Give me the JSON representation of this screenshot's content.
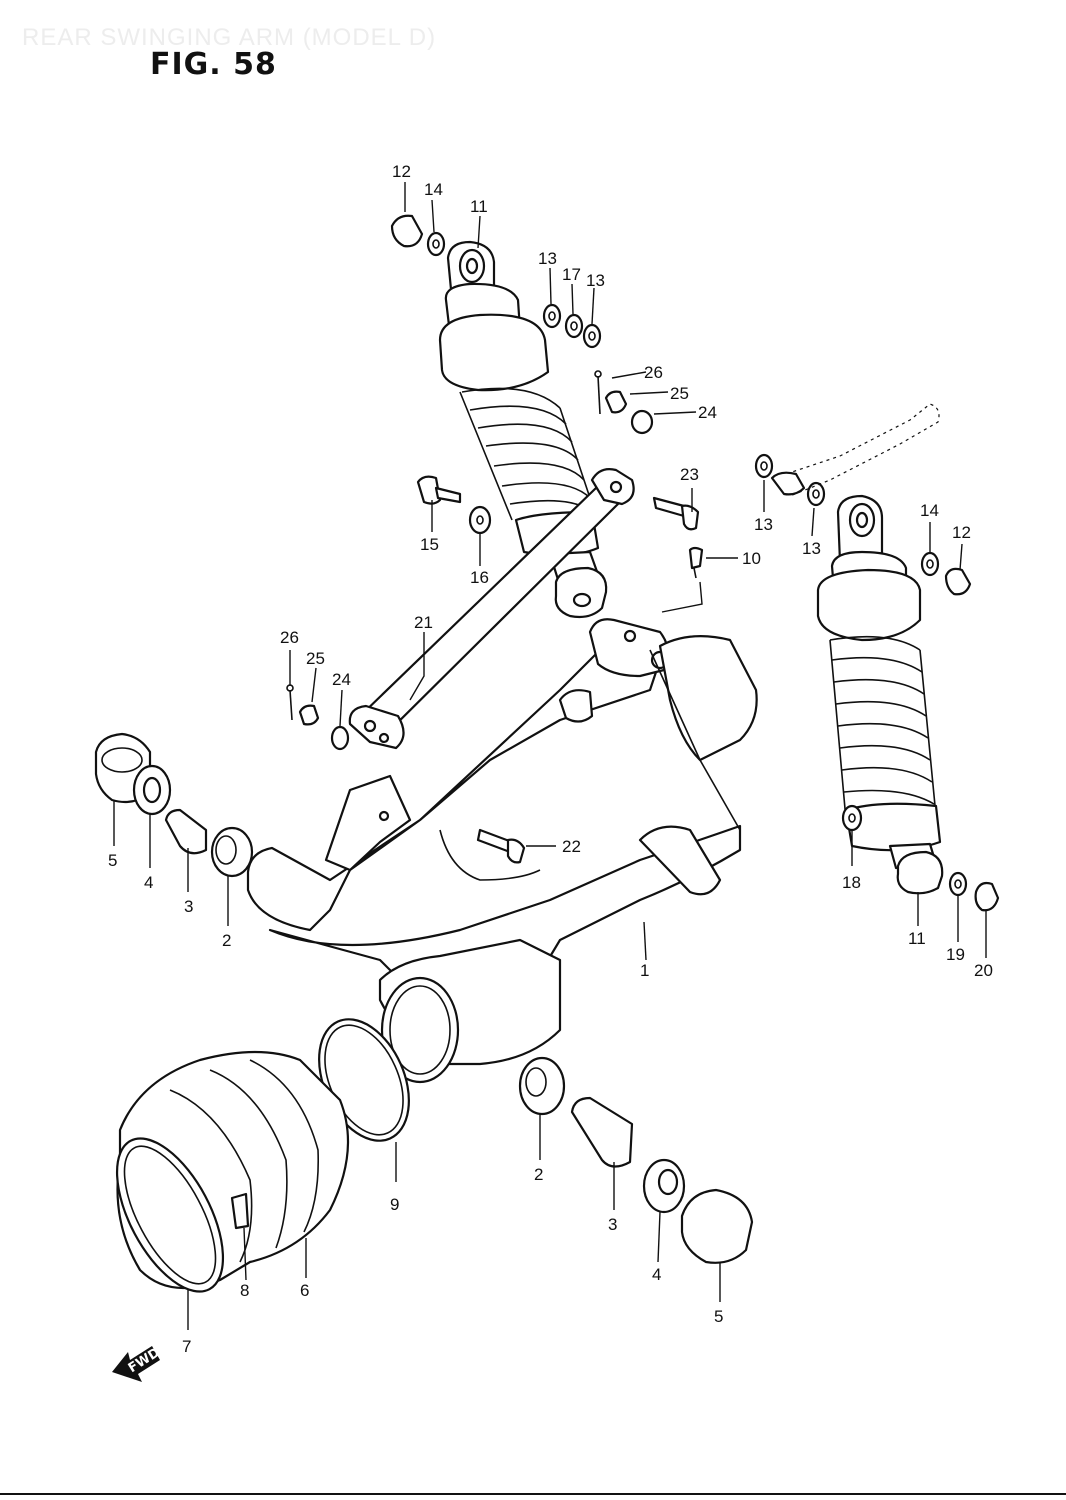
{
  "header": {
    "title": "REAR SWINGING ARM (MODEL D)",
    "figure": "FIG. 58"
  },
  "diagram": {
    "forward_label": "FWD",
    "callouts": [
      {
        "id": "c12a",
        "text": "12"
      },
      {
        "id": "c14a",
        "text": "14"
      },
      {
        "id": "c11a",
        "text": "11"
      },
      {
        "id": "c13a",
        "text": "13"
      },
      {
        "id": "c17",
        "text": "17"
      },
      {
        "id": "c13b",
        "text": "13"
      },
      {
        "id": "c26a",
        "text": "26"
      },
      {
        "id": "c25a",
        "text": "25"
      },
      {
        "id": "c24a",
        "text": "24"
      },
      {
        "id": "c23",
        "text": "23"
      },
      {
        "id": "c15",
        "text": "15"
      },
      {
        "id": "c16",
        "text": "16"
      },
      {
        "id": "c10",
        "text": "10"
      },
      {
        "id": "c13c",
        "text": "13"
      },
      {
        "id": "c13d",
        "text": "13"
      },
      {
        "id": "c14b",
        "text": "14"
      },
      {
        "id": "c12b",
        "text": "12"
      },
      {
        "id": "c21",
        "text": "21"
      },
      {
        "id": "c26b",
        "text": "26"
      },
      {
        "id": "c25b",
        "text": "25"
      },
      {
        "id": "c24b",
        "text": "24"
      },
      {
        "id": "c22",
        "text": "22"
      },
      {
        "id": "c5a",
        "text": "5"
      },
      {
        "id": "c4a",
        "text": "4"
      },
      {
        "id": "c3a",
        "text": "3"
      },
      {
        "id": "c2a",
        "text": "2"
      },
      {
        "id": "c1",
        "text": "1"
      },
      {
        "id": "c18",
        "text": "18"
      },
      {
        "id": "c11b",
        "text": "11"
      },
      {
        "id": "c19",
        "text": "19"
      },
      {
        "id": "c20",
        "text": "20"
      },
      {
        "id": "c2b",
        "text": "2"
      },
      {
        "id": "c3b",
        "text": "3"
      },
      {
        "id": "c4b",
        "text": "4"
      },
      {
        "id": "c5b",
        "text": "5"
      },
      {
        "id": "c9",
        "text": "9"
      },
      {
        "id": "c6",
        "text": "6"
      },
      {
        "id": "c8",
        "text": "8"
      },
      {
        "id": "c7",
        "text": "7"
      }
    ]
  }
}
